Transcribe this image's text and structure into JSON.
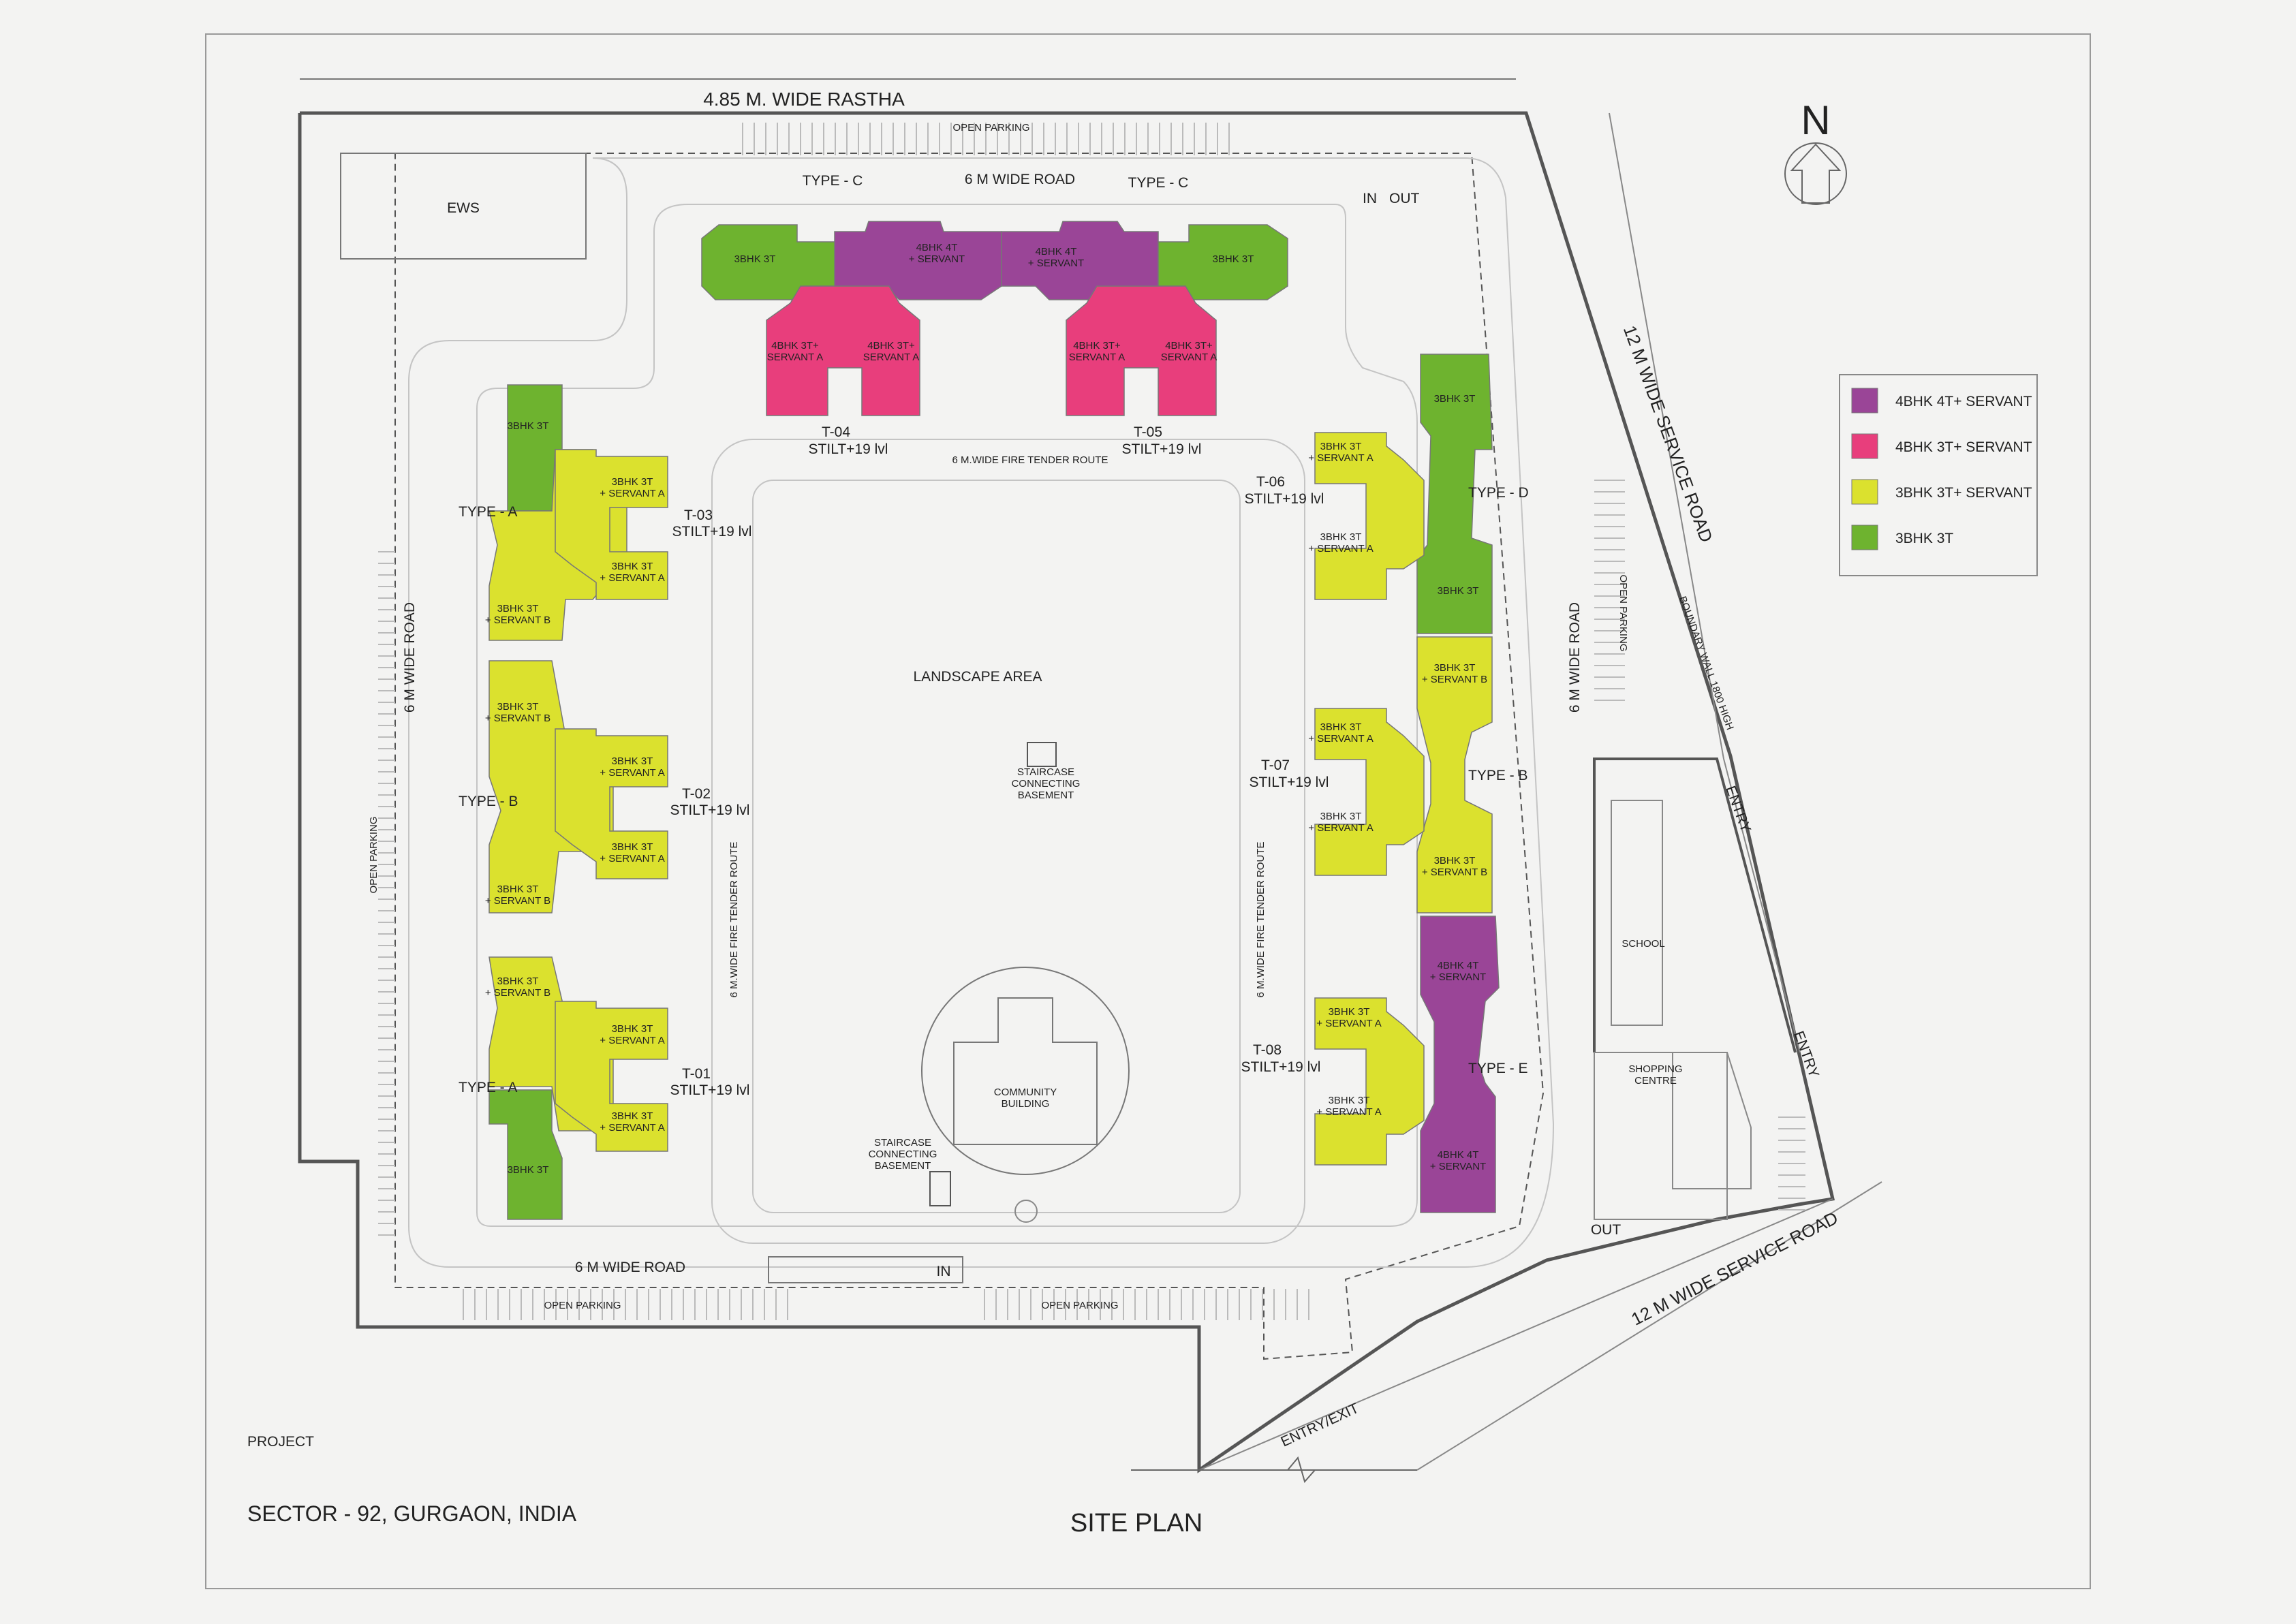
{
  "title": "SITE PLAN",
  "project_label": "PROJECT",
  "location": "SECTOR - 92, GURGAON, INDIA",
  "north": "N",
  "colors": {
    "purple": "#9a4597",
    "pink": "#e83e7c",
    "yellow": "#dbe12e",
    "green": "#6eb32f",
    "line": "#555555",
    "road": "#c4c4c4"
  },
  "legend": [
    {
      "label": "4BHK 4T+ SERVANT",
      "color": "#9a4597"
    },
    {
      "label": "4BHK 3T+ SERVANT",
      "color": "#e83e7c"
    },
    {
      "label": "3BHK 3T+ SERVANT",
      "color": "#dbe12e"
    },
    {
      "label": "3BHK 3T",
      "color": "#6eb32f"
    }
  ],
  "roads": {
    "top_rastha": "4.85 M.  WIDE RASTHA",
    "east_service": "12 M  WIDE SERVICE ROAD",
    "south_service": "12 M  WIDE SERVICE ROAD",
    "inner_top": "6 M WIDE ROAD",
    "inner_left": "6 M WIDE ROAD",
    "inner_bottom": "6 M WIDE ROAD",
    "inner_right": "6 M WIDE ROAD",
    "fire_top": "6 M.WIDE FIRE TENDER ROUTE",
    "fire_left": "6 M.WIDE FIRE TENDER ROUTE",
    "fire_right": "6 M.WIDE FIRE TENDER ROUTE",
    "boundary_wall": "BOUNDARY WALL 1800 HIGH"
  },
  "labels": {
    "open_parking": "OPEN PARKING",
    "ews": "EWS",
    "landscape": "LANDSCAPE AREA",
    "staircase1": "STAIRCASE",
    "staircase2": "CONNECTING",
    "staircase3": "BASEMENT",
    "community1": "COMMUNITY",
    "community2": "BUILDING",
    "school": "SCHOOL",
    "shopping1": "SHOPPING",
    "shopping2": "CENTRE",
    "in": "IN",
    "out": "OUT",
    "entry": "ENTRY",
    "entry_exit": "ENTRY/EXIT"
  },
  "towers": {
    "t01": {
      "name": "T-01",
      "floors": "STILT+19 lvl",
      "type": "TYPE - A"
    },
    "t02": {
      "name": "T-02",
      "floors": "STILT+19 lvl",
      "type": "TYPE - B"
    },
    "t03": {
      "name": "T-03",
      "floors": "STILT+19 lvl",
      "type": "TYPE - A"
    },
    "t04": {
      "name": "T-04",
      "floors": "STILT+19 lvl",
      "type": "TYPE - C"
    },
    "t05": {
      "name": "T-05",
      "floors": "STILT+19 lvl",
      "type": "TYPE - C"
    },
    "t06": {
      "name": "T-06",
      "floors": "STILT+19 lvl",
      "type": "TYPE - D"
    },
    "t07": {
      "name": "T-07",
      "floors": "STILT+19 lvl",
      "type": "TYPE - B"
    },
    "t08": {
      "name": "T-08",
      "floors": "STILT+19 lvl",
      "type": "TYPE - E"
    }
  },
  "unit_labels": {
    "u3bhk3t": "3BHK 3T",
    "u3bhk3t_l1": "3BHK 3T",
    "u_servA": "+ SERVANT A",
    "u_servB": "+ SERVANT B",
    "u4bhk4t": "4BHK 4T",
    "u_serv": "+ SERVANT",
    "u4bhk3t": "4BHK 3T+",
    "u_servantA": "SERVANT A"
  }
}
